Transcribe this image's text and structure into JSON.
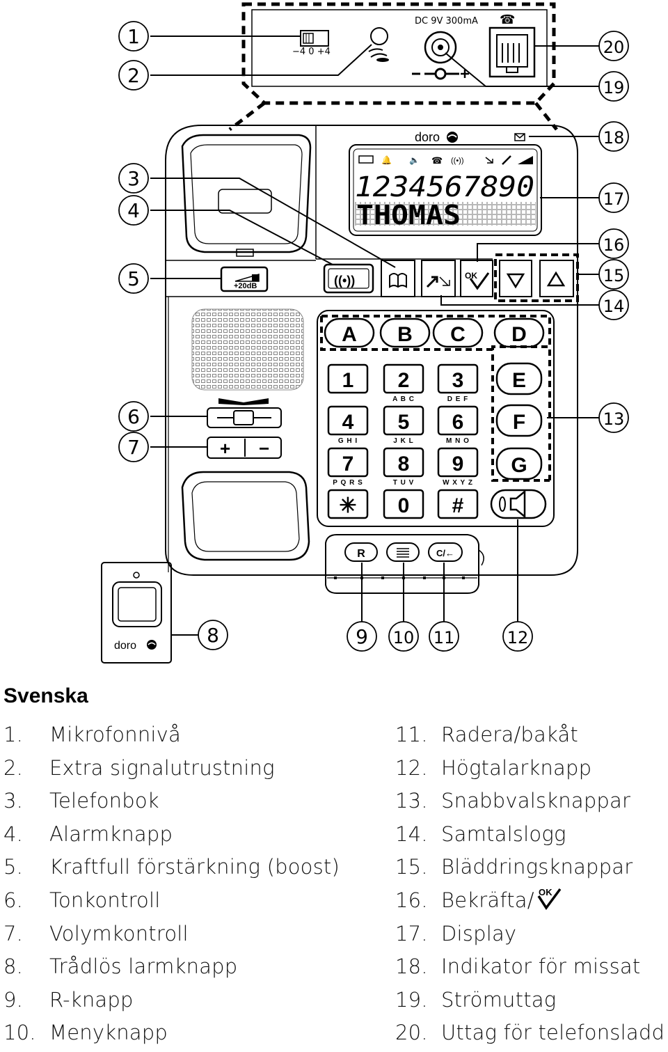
{
  "device": {
    "switch_scale": "−4  0  +4",
    "power_spec": "DC 9V 300mA",
    "brand": "doro",
    "display_digits": "1234567890",
    "display_name": "THOMAS",
    "boost_label": "+20dB",
    "ok_label": "OK"
  },
  "keypad": {
    "speed_dial_top": [
      "A",
      "B",
      "C",
      "D"
    ],
    "speed_dial_side": [
      "E",
      "F",
      "G"
    ],
    "keys": [
      {
        "digit": "1",
        "letters": ""
      },
      {
        "digit": "2",
        "letters": "A B C"
      },
      {
        "digit": "3",
        "letters": "D E F"
      },
      {
        "digit": "4",
        "letters": "G H I"
      },
      {
        "digit": "5",
        "letters": "J K L"
      },
      {
        "digit": "6",
        "letters": "M N O"
      },
      {
        "digit": "7",
        "letters": "P Q R S"
      },
      {
        "digit": "8",
        "letters": "T U V"
      },
      {
        "digit": "9",
        "letters": "W X Y Z"
      },
      {
        "digit": "✳",
        "letters": ""
      },
      {
        "digit": "0",
        "letters": ""
      },
      {
        "digit": "#",
        "letters": ""
      }
    ],
    "r_key": "R",
    "clear_key": "C/←",
    "volume_plus": "+",
    "volume_minus": "−"
  },
  "callouts": [
    "1",
    "2",
    "3",
    "4",
    "5",
    "6",
    "7",
    "8",
    "9",
    "10",
    "11",
    "12",
    "13",
    "14",
    "15",
    "16",
    "17",
    "18",
    "19",
    "20"
  ],
  "legend": {
    "title": "Svenska",
    "items": [
      {
        "num": "1.",
        "text": "Mikrofonnivå"
      },
      {
        "num": "2.",
        "text": "Extra signalutrustning"
      },
      {
        "num": "3.",
        "text": "Telefonbok"
      },
      {
        "num": "4.",
        "text": "Alarmknapp"
      },
      {
        "num": "5.",
        "text": "Kraftfull förstärkning (boost)"
      },
      {
        "num": "6.",
        "text": "Tonkontroll"
      },
      {
        "num": "7.",
        "text": "Volymkontroll"
      },
      {
        "num": "8.",
        "text": "Trådlös larmknapp"
      },
      {
        "num": "9.",
        "text": "R-knapp"
      },
      {
        "num": "10.",
        "text": "Menyknapp"
      },
      {
        "num": "11.",
        "text": "Radera/bakåt"
      },
      {
        "num": "12.",
        "text": "Högtalarknapp"
      },
      {
        "num": "13.",
        "text": "Snabbvalsknappar"
      },
      {
        "num": "14.",
        "text": "Samtalslogg"
      },
      {
        "num": "15.",
        "text": "Bläddringsknappar"
      },
      {
        "num": "16.",
        "text": "Bekräfta/"
      },
      {
        "num": "17.",
        "text": "Display"
      },
      {
        "num": "18.",
        "text": "Indikator för missat"
      },
      {
        "num": "19.",
        "text": "Strömuttag"
      },
      {
        "num": "20.",
        "text": "Uttag för telefonsladd"
      }
    ]
  }
}
